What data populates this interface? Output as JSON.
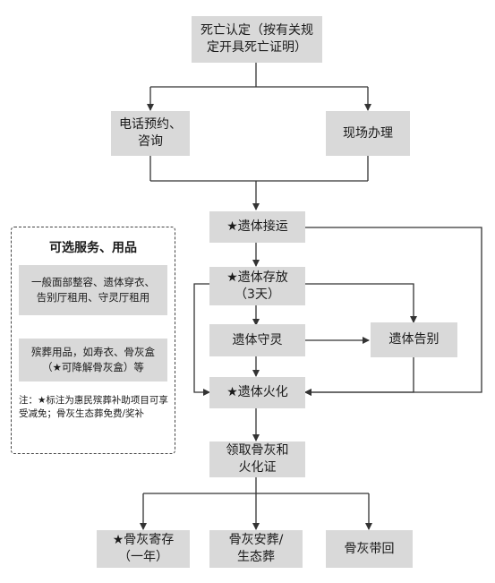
{
  "nodes": {
    "death_certification": "死亡认定（按有关规\n定开具死亡证明）",
    "phone_booking": "电话预约、\n咨询",
    "onsite_handling": "现场办理",
    "body_transport": "★遗体接运",
    "body_storage": "★遗体存放\n（3天）",
    "body_vigil": "遗体守灵",
    "body_farewell": "遗体告别",
    "cremation": "★遗体火化",
    "collect_ashes": "领取骨灰和\n火化证",
    "ashes_deposit": "★骨灰寄存\n（一年）",
    "ashes_burial": "骨灰安葬/\n生态葬",
    "ashes_take_home": "骨灰带回"
  },
  "optional_panel": {
    "title": "可选服务、用品",
    "items": [
      "一般面部整容、遗体穿衣、\n告别厅租用、守灵厅租用",
      "殡葬用品，如寿衣、骨灰盒\n（★可降解骨灰盒）等"
    ],
    "note": "注：★标注为惠民殡葬补助项目可享受减免；骨灰生态葬免费/奖补"
  }
}
